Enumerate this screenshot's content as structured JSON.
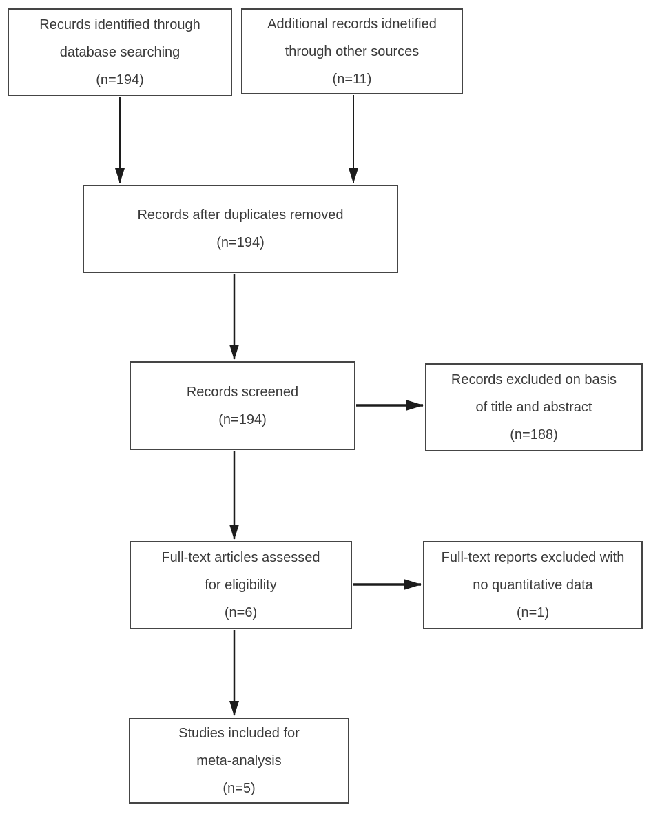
{
  "diagram_type": "flowchart",
  "boxes": {
    "records_identified_database": {
      "lines": [
        "Recurds identified through",
        "database searching",
        "(n=194)"
      ]
    },
    "additional_records_other_sources": {
      "lines": [
        "Additional records idnetified",
        "through other sources",
        "(n=11)"
      ]
    },
    "records_after_duplicates_removed": {
      "lines": [
        "Records after duplicates removed",
        "(n=194)"
      ]
    },
    "records_screened": {
      "lines": [
        "Records screened",
        "(n=194)"
      ]
    },
    "records_excluded_title_abstract": {
      "lines": [
        "Records excluded on basis",
        "of title and abstract",
        "(n=188)"
      ]
    },
    "full_text_articles_assessed": {
      "lines": [
        "Full-text articles assessed",
        "for eligibility",
        "(n=6)"
      ]
    },
    "full_text_reports_excluded": {
      "lines": [
        "Full-text reports excluded with",
        "no quantitative data",
        "(n=1)"
      ]
    },
    "studies_included_meta_analysis": {
      "lines": [
        "Studies included for",
        "meta-analysis",
        "(n=5)"
      ]
    }
  },
  "counts": {
    "identified_database": 194,
    "identified_other_sources": 11,
    "after_duplicates_removed": 194,
    "screened": 194,
    "excluded_title_abstract": 188,
    "full_text_assessed": 6,
    "full_text_excluded": 1,
    "included_meta_analysis": 5
  },
  "colors": {
    "box_border": "#454545",
    "text": "#3a3a3a",
    "arrow": "#1c1c1c",
    "background": "#ffffff"
  }
}
